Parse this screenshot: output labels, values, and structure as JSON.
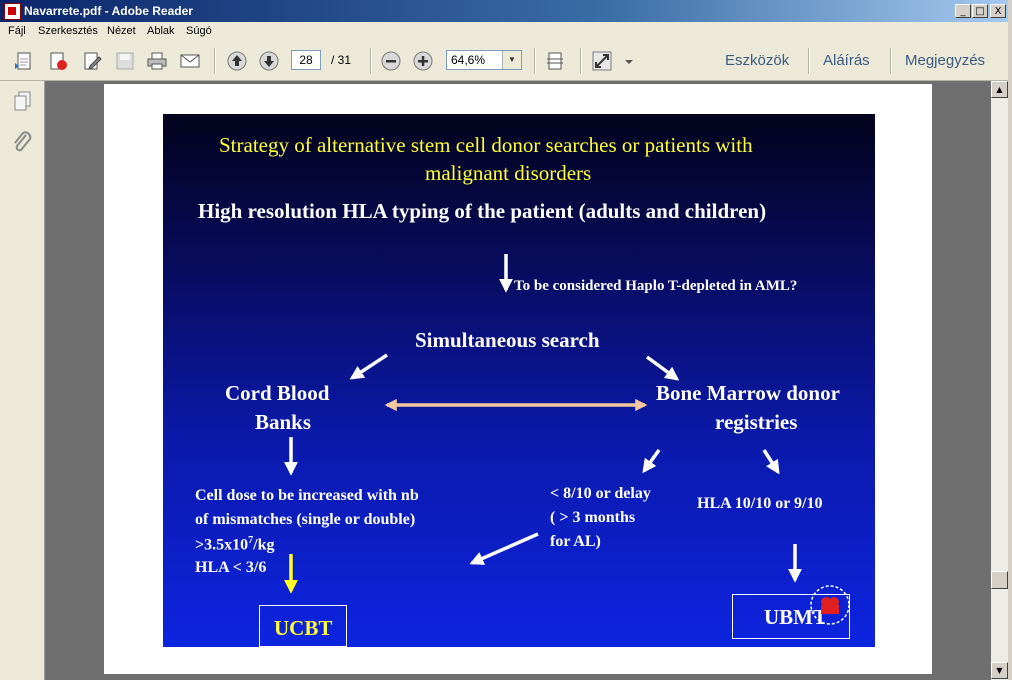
{
  "window": {
    "title": "Navarrete.pdf - Adobe Reader",
    "buttons": {
      "minimize": "_",
      "maximize": "□",
      "close": "X"
    }
  },
  "menu": [
    "Fájl",
    "Szerkesztés",
    "Nézet",
    "Ablak",
    "Súgó"
  ],
  "toolbar": {
    "page_current": "28",
    "page_total": "/ 31",
    "zoom": "64,6%",
    "links": {
      "tools": "Eszközök",
      "sign": "Aláírás",
      "comment": "Megjegyzés"
    }
  },
  "slide": {
    "title_line1": "Strategy of alternative stem cell donor searches or patients with",
    "title_line2": "malignant disorders",
    "subtitle": "High resolution HLA typing of the patient (adults and children)",
    "haplo": "To be considered Haplo T-depleted in AML?",
    "simultaneous": "Simultaneous search",
    "cord_line1": "Cord Blood",
    "cord_line2": "Banks",
    "bm_line1": "Bone Marrow donor",
    "bm_line2": "registries",
    "celldose_line1": "Cell dose  to be increased with nb",
    "celldose_line2": "of mismatches (single or double)",
    "celldose_line3_base": ">3.5x10",
    "celldose_line3_sup": "7",
    "celldose_line3_end": "/kg",
    "celldose_line4": "HLA < 3/6",
    "delay_line1": "< 8/10 or  delay",
    "delay_line2": "( > 3 months",
    "delay_line3": "for AL)",
    "hla_match": "HLA 10/10 or 9/10",
    "ucbt": "UCBT",
    "ubmt": "UBMT",
    "colors": {
      "title": "#ffff33",
      "text": "#ffffff",
      "double_arrow": "#f5c8a0",
      "ucbt_text": "#ffff33"
    }
  }
}
